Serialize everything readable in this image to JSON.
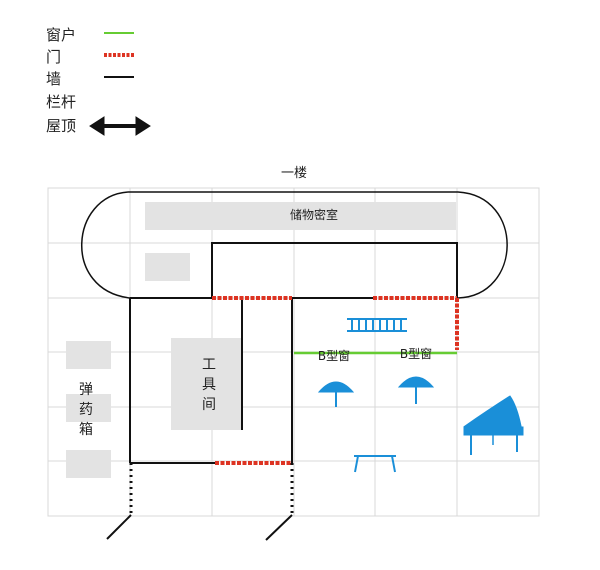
{
  "legend": {
    "window": "窗户",
    "door": "门",
    "wall": "墙",
    "railing": "栏杆",
    "roof": "屋顶"
  },
  "floor_title": "一楼",
  "rooms": {
    "storage": "储物密室",
    "tools": [
      "工",
      "具",
      "间"
    ],
    "ammo": [
      "弹",
      "药",
      "箱"
    ],
    "window_b_left": "B型窗",
    "window_b_right": "B型窗"
  },
  "icons": [
    "ladder-icon",
    "umbrella-icon",
    "umbrella-icon",
    "table-icon",
    "grand-piano-icon",
    "double-arrow-icon"
  ],
  "colors": {
    "window": "#66cc33",
    "door": "#dd3322",
    "wall": "#111111",
    "furniture": "#1a8fd8",
    "placeholder": "#e3e3e3",
    "grid": "#d8d8d8"
  }
}
